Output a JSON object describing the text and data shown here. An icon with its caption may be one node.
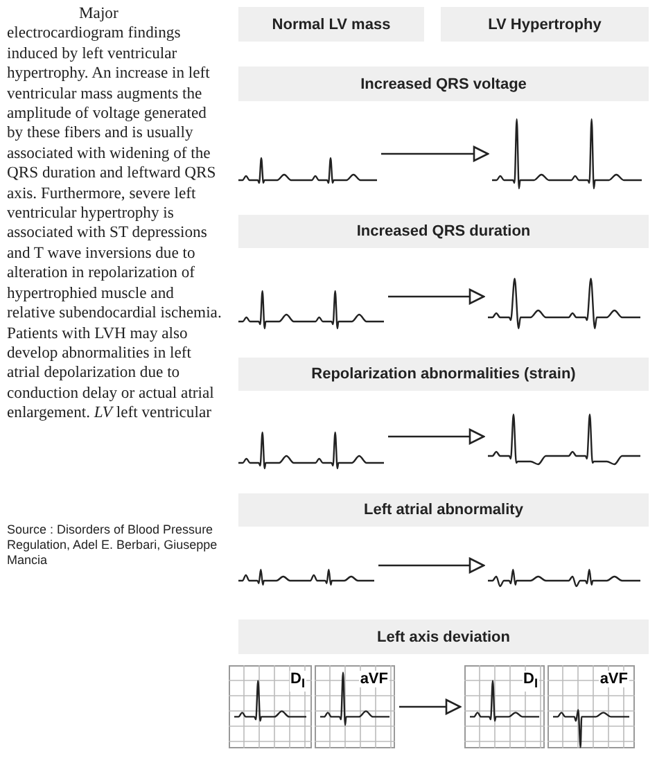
{
  "diagram": {
    "nodes": [
      {
        "text": [
          "Normal LV mass"
        ]
      },
      {
        "text": [
          "LV Hypertrophy"
        ]
      },
      {
        "text": [
          "Increased QRS voltage"
        ]
      },
      {
        "text": [],
        "shape": "picture"
      },
      {
        "text": [],
        "shape": "picture"
      },
      {
        "text": [
          "Increased QRS duration"
        ]
      },
      {
        "text": [],
        "shape": "picture"
      },
      {
        "text": [],
        "shape": "picture"
      },
      {
        "text": [
          "Repolarization abnormalities (strain)"
        ]
      },
      {
        "text": [],
        "shape": "picture"
      },
      {
        "text": [],
        "shape": "picture"
      },
      {
        "text": [
          "Left atrial abnormality"
        ]
      },
      {
        "text": [],
        "shape": "picture"
      },
      {
        "text": [],
        "shape": "picture"
      },
      {
        "text": [
          "Left axis deviation"
        ]
      },
      {
        "text": [
          "D$_{I}$"
        ]
      },
      {
        "text": [
          "aVF"
        ]
      },
      {
        "text": [
          "D$_{I}$"
        ]
      },
      {
        "text": [
          "aVF"
        ]
      }
    ],
    "edges": [
      {
        "from": 3,
        "to": 4,
        "arrow": "to"
      },
      {
        "from": 6,
        "to": 7,
        "arrow": "to"
      },
      {
        "from": 9,
        "to": 10,
        "arrow": "to"
      },
      {
        "from": 12,
        "to": 13,
        "arrow": "to"
      },
      {
        "from": 16,
        "to": 17,
        "arrow": "to"
      }
    ],
    "labels": [
      "Major electrocardiogram findings induced by left ventricular hypertrophy. An increase in left ventricular mass augments the amplitude of voltage generated by these fibers and is usually associated with widening of the QRS duration and leftward QRS axis. Furthermore, severe left ventricular hypertrophy is associated with ST depressions and T wave inversions due to alteration in repolarization of hypertrophied muscle and relative subendocardial ischemia. Patients with LVH may also develop abnormalities in left atrial depolarization due to conduction delay or actual atrial enlargement. *LV* left ventricular",
      "Source : Disorders of Blood Pressure Regulation, Adel E. Berbari, Giuseppe Mancia"
    ]
  }
}
